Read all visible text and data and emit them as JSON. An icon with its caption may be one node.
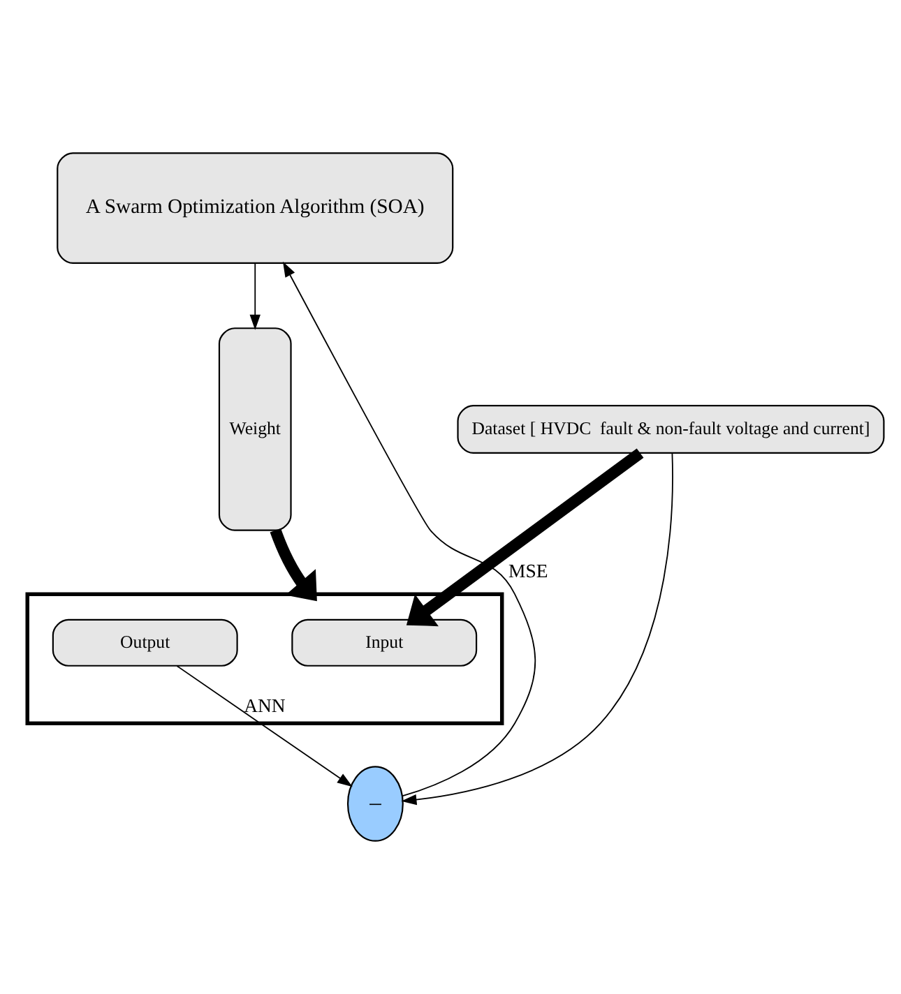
{
  "diagram": {
    "nodes": [
      {
        "text": [
          "A Swarm Optimization Algorithm (SOA)"
        ]
      },
      {
        "text": [
          "Dataset [ HVDC  fault & non-fault voltage and current]"
        ]
      },
      {
        "text": [
          "ANN"
        ]
      },
      {
        "text": [
          "Input"
        ],
        "in": 2
      },
      {
        "text": [
          "Output"
        ],
        "in": 2
      },
      {
        "text": [
          "Weight"
        ]
      },
      {
        "text": [
          "–"
        ]
      }
    ],
    "edges": [
      {
        "from": 0,
        "to": 5,
        "arrow": "to"
      },
      {
        "from": 1,
        "to": 3,
        "arrow": "to",
        "style": "thick"
      },
      {
        "from": 5,
        "to": 2,
        "arrow": "to",
        "style": "thick"
      },
      {
        "from": 4,
        "to": 6,
        "arrow": "to"
      },
      {
        "from": 1,
        "to": 6,
        "arrow": "to"
      },
      {
        "from": 6,
        "to": 0,
        "arrow": "to",
        "label": "MSE"
      }
    ]
  }
}
